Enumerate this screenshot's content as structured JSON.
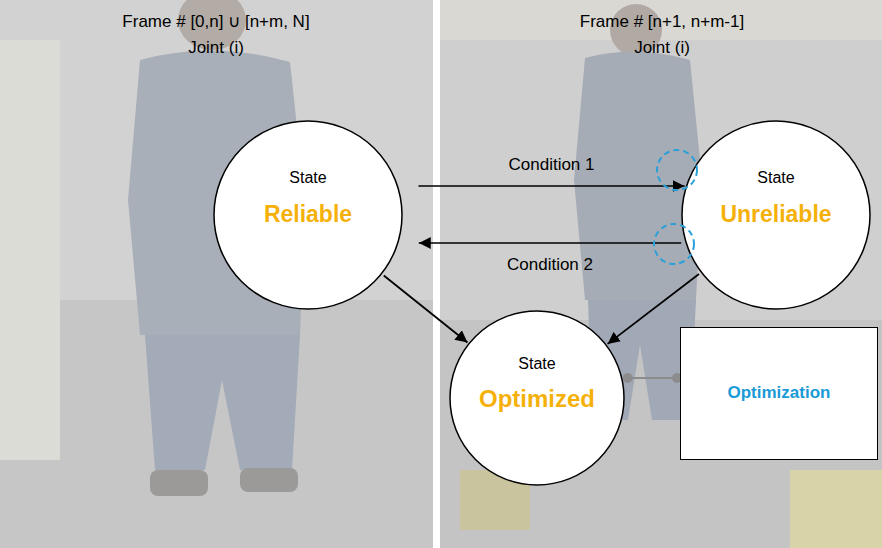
{
  "diagram": {
    "nodes": [
      {
        "text": [
          "State",
          "Reliable"
        ]
      },
      {
        "text": [
          "State",
          "Unreliable"
        ]
      },
      {
        "text": [
          "State",
          "Optimized"
        ]
      },
      {
        "text": [
          "Optimization"
        ]
      }
    ],
    "edges": [
      {
        "from": 0,
        "to": 1,
        "arrow": "to",
        "label": "Condition 1"
      },
      {
        "from": 1,
        "to": 0,
        "arrow": "to",
        "label": "Condition 2"
      },
      {
        "from": 0,
        "to": 2,
        "arrow": "to"
      },
      {
        "from": 1,
        "to": 2,
        "arrow": "to"
      },
      {
        "from": 2,
        "to": 3,
        "arrow": "none"
      }
    ],
    "labels": [
      "Frame # [0,n] ∪ [n+m, N]",
      "Joint (i)",
      "Frame # [n+1, n+m-1]",
      "Joint (i)"
    ]
  }
}
